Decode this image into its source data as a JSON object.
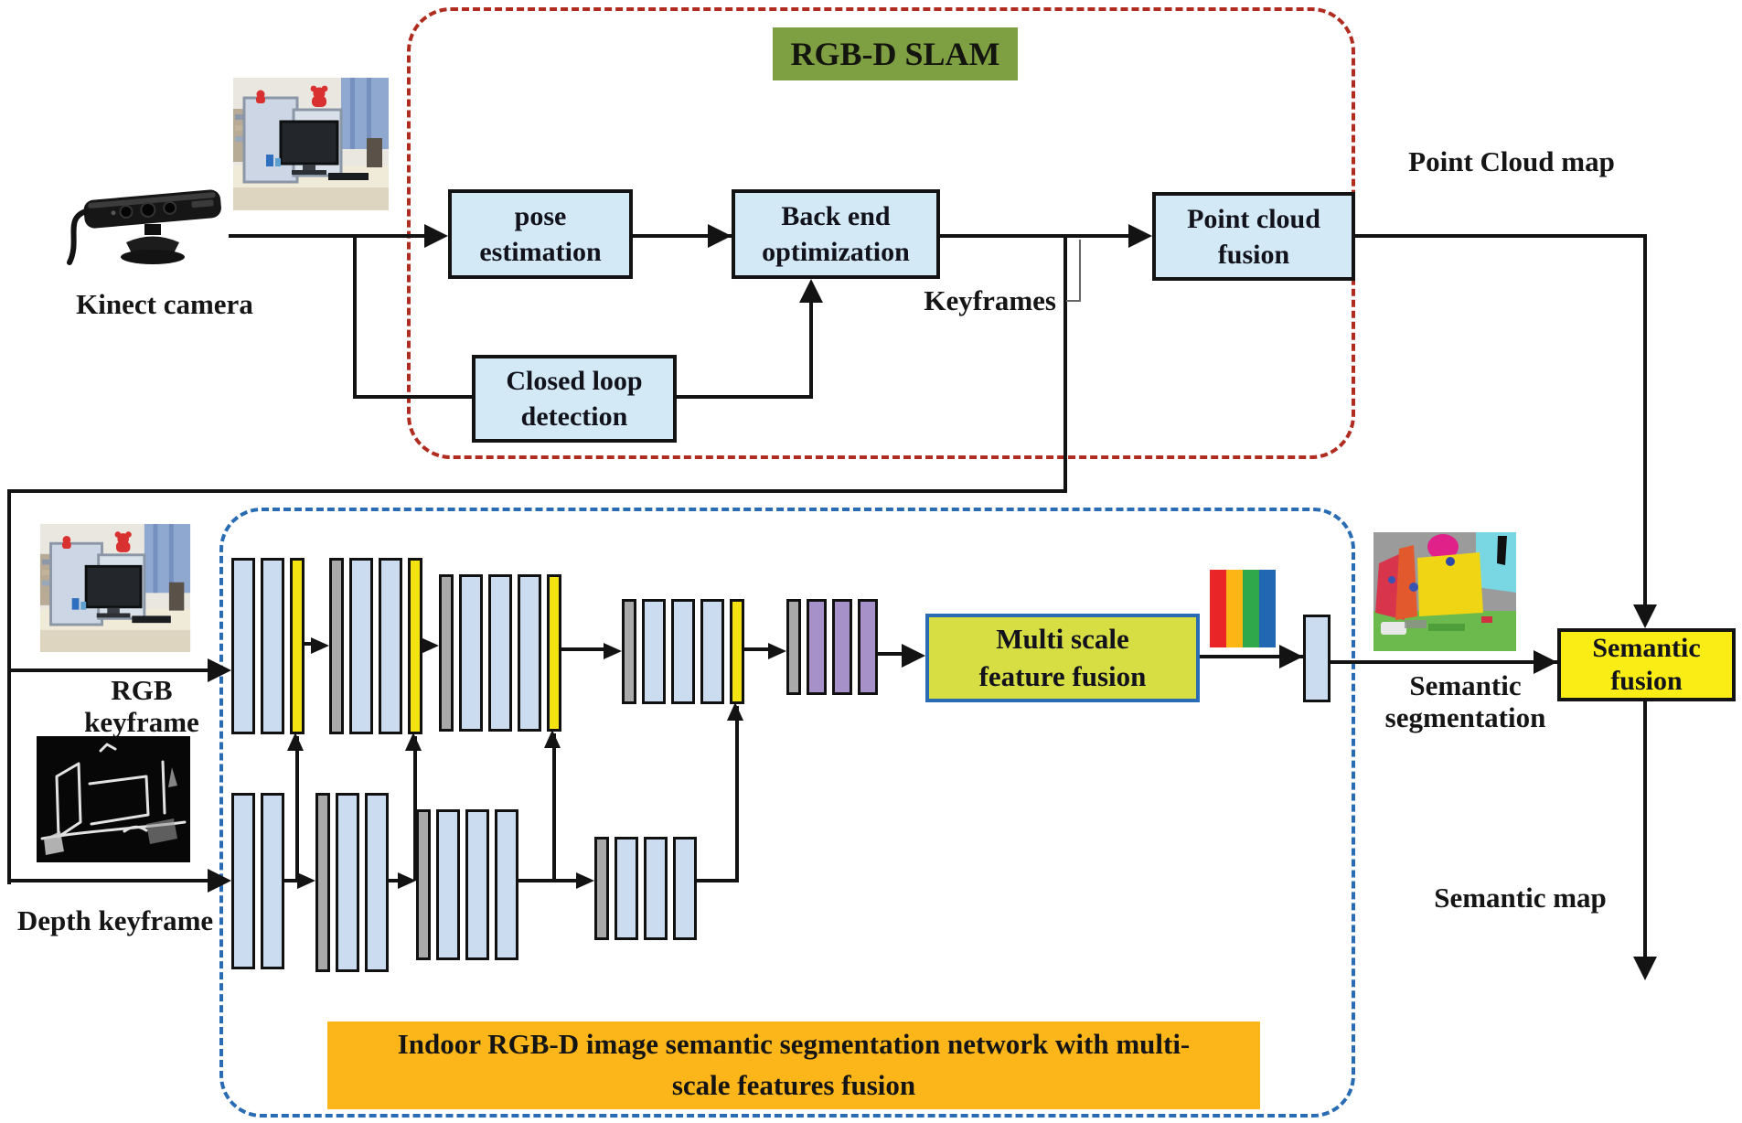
{
  "slam_module": {
    "title": "RGB-D SLAM",
    "pose_box": [
      "pose",
      "estimation"
    ],
    "backend_box": [
      "Back end",
      "optimization"
    ],
    "closed_loop_box": [
      "Closed loop",
      "detection"
    ],
    "point_cloud_fusion_box": [
      "Point cloud",
      "fusion"
    ],
    "keyframes_label": "Keyframes",
    "point_cloud_map_label": "Point Cloud map"
  },
  "inputs": {
    "kinect_label": "Kinect camera",
    "rgb_keyframe_label": [
      "RGB",
      "keyframe"
    ],
    "depth_keyframe_label": "Depth keyframe"
  },
  "segmentation_module": {
    "multi_scale_fusion_box": [
      "Multi scale",
      "feature fusion"
    ],
    "caption": [
      "Indoor RGB-D image semantic segmentation network with multi-",
      "scale features fusion"
    ],
    "semantic_segmentation_label": [
      "Semantic",
      "segmentation"
    ]
  },
  "outputs": {
    "semantic_fusion_box": [
      "Semantic",
      "fusion"
    ],
    "semantic_map_label": "Semantic map"
  },
  "network": {
    "rgb_stacks": [
      {
        "name": "rgb-conv-block-1",
        "bars": [
          "conv",
          "conv",
          "fuse"
        ]
      },
      {
        "name": "rgb-conv-block-2",
        "bars": [
          "pool",
          "conv",
          "conv",
          "fuse"
        ]
      },
      {
        "name": "rgb-conv-block-3",
        "bars": [
          "pool",
          "conv",
          "conv",
          "conv",
          "fuse"
        ]
      },
      {
        "name": "rgb-conv-block-4",
        "bars": [
          "pool",
          "conv",
          "conv",
          "conv",
          "fuse"
        ]
      },
      {
        "name": "context-block",
        "bars": [
          "pool",
          "context",
          "context",
          "context"
        ]
      }
    ],
    "depth_stacks": [
      {
        "name": "depth-conv-block-1",
        "bars": [
          "conv",
          "conv"
        ]
      },
      {
        "name": "depth-conv-block-2",
        "bars": [
          "pool",
          "conv",
          "conv"
        ]
      },
      {
        "name": "depth-conv-block-3",
        "bars": [
          "pool",
          "conv",
          "conv",
          "conv"
        ]
      },
      {
        "name": "depth-conv-block-4",
        "bars": [
          "pool",
          "conv",
          "conv",
          "conv"
        ]
      }
    ],
    "class_bars": [
      "#e92528",
      "#fdb515",
      "#2fa74b",
      "#2167b1"
    ]
  },
  "icons": {
    "kinect": "kinect-camera-image",
    "rgb_scene": "rgb-frame-image",
    "depth": "depth-keyframe-image",
    "segmentation": "segmentation-result-image",
    "class_scores": "class-score-bars-icon"
  },
  "colors": {
    "flow_box_fill": "#d3e9f5",
    "slam_title_bg": "#7ea043",
    "slam_frame": "#b02c20",
    "network_frame": "#2a6cb3",
    "multi_scale_fill": "#d6de44",
    "semantic_fusion_fill": "#f9ed15",
    "caption_bg": "#fcb61a",
    "conv_bar": "#ccdcf0",
    "pool_bar": "#a9a9a9",
    "fusion_bar": "#f4e313",
    "context_bar": "#a692c9"
  }
}
